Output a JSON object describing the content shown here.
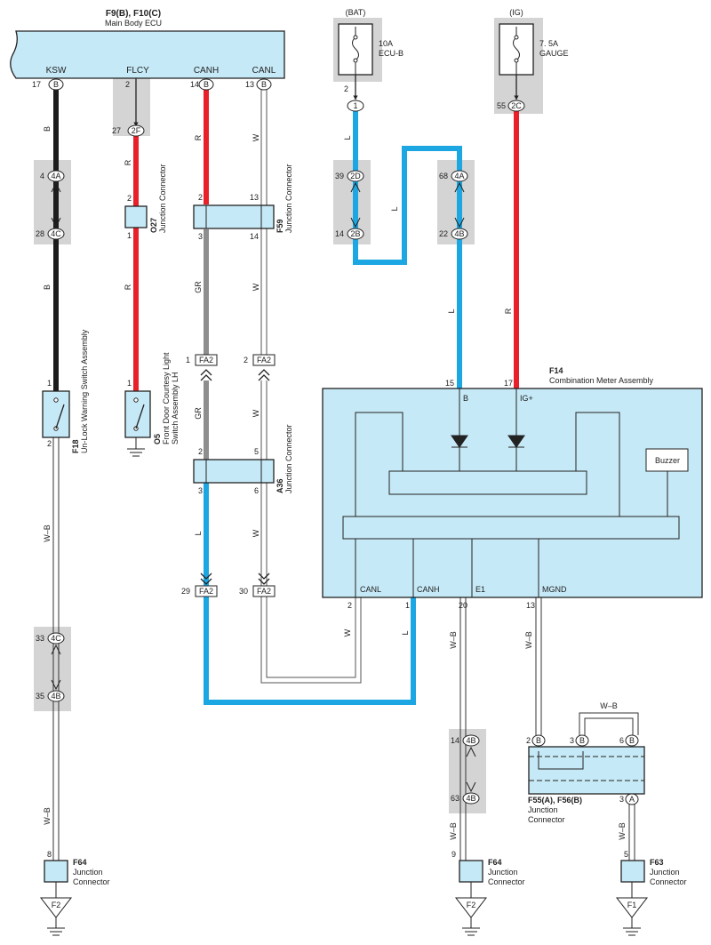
{
  "ecu": {
    "code": "F9(B), F10(C)",
    "name": "Main Body ECU",
    "pins": [
      {
        "label": "KSW",
        "pin": "17",
        "conn": "B"
      },
      {
        "label": "FLCY",
        "pin": "2",
        "conn": ""
      },
      {
        "label": "CANH",
        "pin": "14",
        "conn": "B"
      },
      {
        "label": "CANL",
        "pin": "13",
        "conn": "B"
      }
    ]
  },
  "fuse_bat": {
    "source": "(BAT)",
    "rating": "10A",
    "name": "ECU-B",
    "pin": "2",
    "conn": "1"
  },
  "fuse_ig": {
    "source": "(IG)",
    "rating": "7. 5A",
    "name": "GAUGE",
    "pin": "55",
    "conn": "2C"
  },
  "f27": {
    "pin": "27",
    "conn": "2F"
  },
  "j_ksw": [
    {
      "pin": "4",
      "conn": "4A"
    },
    {
      "pin": "28",
      "conn": "4C"
    }
  ],
  "j_l": [
    {
      "pin": "39",
      "conn": "2D"
    },
    {
      "pin": "14",
      "conn": "2B"
    }
  ],
  "j_lr": [
    {
      "pin": "68",
      "conn": "4A"
    },
    {
      "pin": "22",
      "conn": "4B"
    }
  ],
  "j_wb1": [
    {
      "pin": "33",
      "conn": "4C"
    },
    {
      "pin": "35",
      "conn": "4B"
    }
  ],
  "j_wb2": [
    {
      "pin": "14",
      "conn": "4B"
    },
    {
      "pin": "63",
      "conn": "4B"
    }
  ],
  "wires": {
    "B": "B",
    "R": "R",
    "W": "W",
    "L": "L",
    "GR": "GR",
    "WB": "W–B"
  },
  "o27": {
    "code": "O27",
    "name": "Junction Connector",
    "pin_top": "2",
    "pin_bot": "1"
  },
  "f59": {
    "code": "F59",
    "name": "Junction Connector",
    "p1": "2",
    "p2": "13",
    "p3": "3",
    "p4": "14"
  },
  "a36": {
    "code": "A36",
    "name": "Junction Connector",
    "p1": "2",
    "p2": "5",
    "p3": "3",
    "p4": "6"
  },
  "fa2": [
    {
      "pin": "1",
      "conn": "FA2"
    },
    {
      "pin": "2",
      "conn": "FA2"
    },
    {
      "pin": "29",
      "conn": "FA2"
    },
    {
      "pin": "30",
      "conn": "FA2"
    }
  ],
  "f18": {
    "code": "F18",
    "name": "Un-Lock Warning Switch Assembly",
    "pin_top": "1",
    "pin_bot": "2"
  },
  "o5": {
    "code": "O5",
    "name1": "Front Door Courtesy Light",
    "name2": "Switch Assembly LH",
    "pin_top": "1"
  },
  "f14": {
    "code": "F14",
    "name": "Combination Meter Assembly",
    "pin_b": "15",
    "lbl_b": "B",
    "pin_ig": "17",
    "lbl_ig": "IG+",
    "buzzer": "Buzzer",
    "bottom": [
      {
        "label": "CANL",
        "pin": "2"
      },
      {
        "label": "CANH",
        "pin": "1"
      },
      {
        "label": "E1",
        "pin": "20"
      },
      {
        "label": "MGND",
        "pin": "13"
      }
    ]
  },
  "f55": {
    "code": "F55(A), F56(B)",
    "name1": "Junction",
    "name2": "Connector",
    "pins": [
      {
        "pin": "2",
        "conn": "B"
      },
      {
        "pin": "3",
        "conn": "B"
      },
      {
        "pin": "6",
        "conn": "B"
      },
      {
        "pin": "3",
        "conn": "A"
      }
    ]
  },
  "f64a": {
    "code": "F64",
    "name1": "Junction",
    "name2": "Connector",
    "pin": "8",
    "gnd": "F2"
  },
  "f64b": {
    "code": "F64",
    "name1": "Junction",
    "name2": "Connector",
    "pin": "9",
    "gnd": "F2"
  },
  "f63": {
    "code": "F63",
    "name1": "Junction",
    "name2": "Connector",
    "pin": "5",
    "gnd": "F1"
  },
  "colors": {
    "black": "#1c1c1c",
    "red": "#e8202a",
    "blue": "#1da7e2",
    "gray": "#8e8e8e",
    "panel": "#c6e9f7",
    "shade": "#d4d4d4"
  }
}
